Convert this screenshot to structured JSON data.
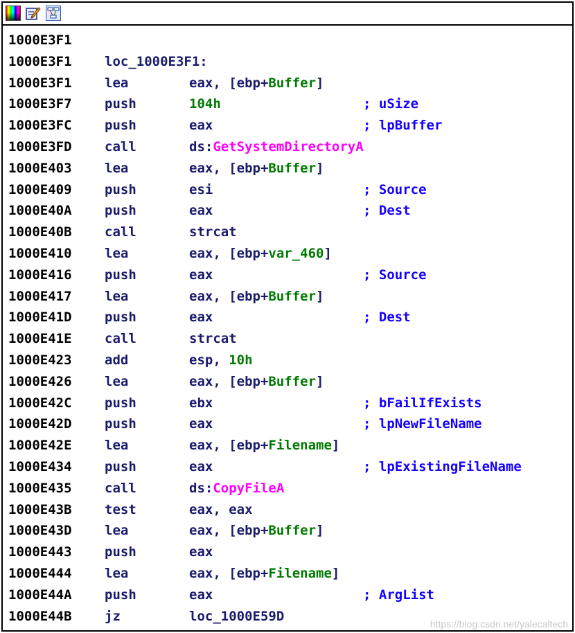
{
  "toolbar": {
    "icons": [
      "color-palette-icon",
      "edit-pencil-icon",
      "graph-overview-icon"
    ]
  },
  "lines": [
    {
      "addr": "1000E3F1"
    },
    {
      "addr": "1000E3F1",
      "label": "loc_1000E3F1:"
    },
    {
      "addr": "1000E3F1",
      "mnem": "lea",
      "ops": [
        {
          "t": "eax, [ebp+"
        },
        {
          "t": "Buffer",
          "c": "var"
        },
        {
          "t": "]"
        }
      ]
    },
    {
      "addr": "1000E3F7",
      "mnem": "push",
      "ops": [
        {
          "t": "104h",
          "c": "imm"
        }
      ],
      "cmt": "; uSize"
    },
    {
      "addr": "1000E3FC",
      "mnem": "push",
      "ops": [
        {
          "t": "eax"
        }
      ],
      "cmt": "; lpBuffer"
    },
    {
      "addr": "1000E3FD",
      "mnem": "call",
      "ops": [
        {
          "t": "ds:"
        },
        {
          "t": "GetSystemDirectoryA",
          "c": "api"
        }
      ]
    },
    {
      "addr": "1000E403",
      "mnem": "lea",
      "ops": [
        {
          "t": "eax, [ebp+"
        },
        {
          "t": "Buffer",
          "c": "var"
        },
        {
          "t": "]"
        }
      ]
    },
    {
      "addr": "1000E409",
      "mnem": "push",
      "ops": [
        {
          "t": "esi"
        }
      ],
      "cmt": "; Source"
    },
    {
      "addr": "1000E40A",
      "mnem": "push",
      "ops": [
        {
          "t": "eax"
        }
      ],
      "cmt": "; Dest"
    },
    {
      "addr": "1000E40B",
      "mnem": "call",
      "ops": [
        {
          "t": "strcat"
        }
      ]
    },
    {
      "addr": "1000E410",
      "mnem": "lea",
      "ops": [
        {
          "t": "eax, [ebp+"
        },
        {
          "t": "var_460",
          "c": "var"
        },
        {
          "t": "]"
        }
      ]
    },
    {
      "addr": "1000E416",
      "mnem": "push",
      "ops": [
        {
          "t": "eax"
        }
      ],
      "cmt": "; Source"
    },
    {
      "addr": "1000E417",
      "mnem": "lea",
      "ops": [
        {
          "t": "eax, [ebp+"
        },
        {
          "t": "Buffer",
          "c": "var"
        },
        {
          "t": "]"
        }
      ]
    },
    {
      "addr": "1000E41D",
      "mnem": "push",
      "ops": [
        {
          "t": "eax"
        }
      ],
      "cmt": "; Dest"
    },
    {
      "addr": "1000E41E",
      "mnem": "call",
      "ops": [
        {
          "t": "strcat"
        }
      ]
    },
    {
      "addr": "1000E423",
      "mnem": "add",
      "ops": [
        {
          "t": "esp, "
        },
        {
          "t": "10h",
          "c": "imm"
        }
      ]
    },
    {
      "addr": "1000E426",
      "mnem": "lea",
      "ops": [
        {
          "t": "eax, [ebp+"
        },
        {
          "t": "Buffer",
          "c": "var"
        },
        {
          "t": "]"
        }
      ]
    },
    {
      "addr": "1000E42C",
      "mnem": "push",
      "ops": [
        {
          "t": "ebx"
        }
      ],
      "cmt": "; bFailIfExists"
    },
    {
      "addr": "1000E42D",
      "mnem": "push",
      "ops": [
        {
          "t": "eax"
        }
      ],
      "cmt": "; lpNewFileName"
    },
    {
      "addr": "1000E42E",
      "mnem": "lea",
      "ops": [
        {
          "t": "eax, [ebp+"
        },
        {
          "t": "Filename",
          "c": "var"
        },
        {
          "t": "]"
        }
      ]
    },
    {
      "addr": "1000E434",
      "mnem": "push",
      "ops": [
        {
          "t": "eax"
        }
      ],
      "cmt": "; lpExistingFileName"
    },
    {
      "addr": "1000E435",
      "mnem": "call",
      "ops": [
        {
          "t": "ds:"
        },
        {
          "t": "CopyFileA",
          "c": "api"
        }
      ]
    },
    {
      "addr": "1000E43B",
      "mnem": "test",
      "ops": [
        {
          "t": "eax, eax"
        }
      ]
    },
    {
      "addr": "1000E43D",
      "mnem": "lea",
      "ops": [
        {
          "t": "eax, [ebp+"
        },
        {
          "t": "Buffer",
          "c": "var"
        },
        {
          "t": "]"
        }
      ]
    },
    {
      "addr": "1000E443",
      "mnem": "push",
      "ops": [
        {
          "t": "eax"
        }
      ]
    },
    {
      "addr": "1000E444",
      "mnem": "lea",
      "ops": [
        {
          "t": "eax, [ebp+"
        },
        {
          "t": "Filename",
          "c": "var"
        },
        {
          "t": "]"
        }
      ]
    },
    {
      "addr": "1000E44A",
      "mnem": "push",
      "ops": [
        {
          "t": "eax"
        }
      ],
      "cmt": "; ArgList"
    },
    {
      "addr": "1000E44B",
      "mnem": "jz",
      "ops": [
        {
          "t": "loc_1000E59D"
        }
      ]
    }
  ],
  "watermark": "https://blog.csdn.net/yalecaltech"
}
